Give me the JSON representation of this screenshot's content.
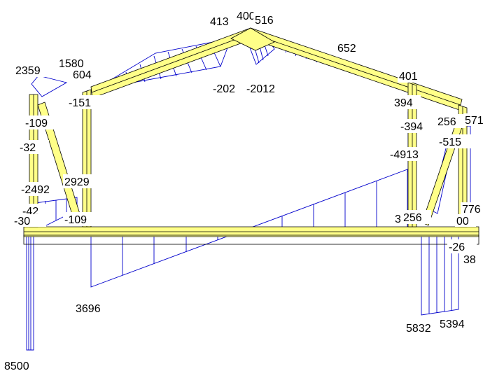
{
  "diagram": {
    "colors": {
      "member_fill": "#ffff88",
      "member_edge": "#000000",
      "moment_line": "#0000cc",
      "label_text": "#000000",
      "background": "#ffffff"
    },
    "labels": {
      "apex_left": "413",
      "apex_mid": "400",
      "apex_right": "516",
      "rafter_right": "652",
      "rafter_left_top": "1580",
      "left_top": "2359",
      "left_604": "604",
      "left_151": "-151",
      "left_109a": "-109",
      "left_32": "-32",
      "left_2492": "-2492",
      "left_2929": "2929",
      "left_42": "-42",
      "left_30": "-30",
      "left_109b": "-109",
      "ridge_2012": "-2012",
      "ridge_neg202": "-202",
      "right_401": "401",
      "right_394a": "394",
      "right_394b": "-394",
      "right_256a": "256",
      "right_571": "571",
      "right_515": "-515",
      "right_4913": "-4913",
      "right_256b": "256",
      "right_3": "3",
      "right_776": "776",
      "right_00": "00",
      "right_26": "-26",
      "right_38": "38",
      "beam_3696": "3696",
      "support_5832": "5832",
      "support_5394": "5394",
      "support_8500": "8500"
    }
  }
}
